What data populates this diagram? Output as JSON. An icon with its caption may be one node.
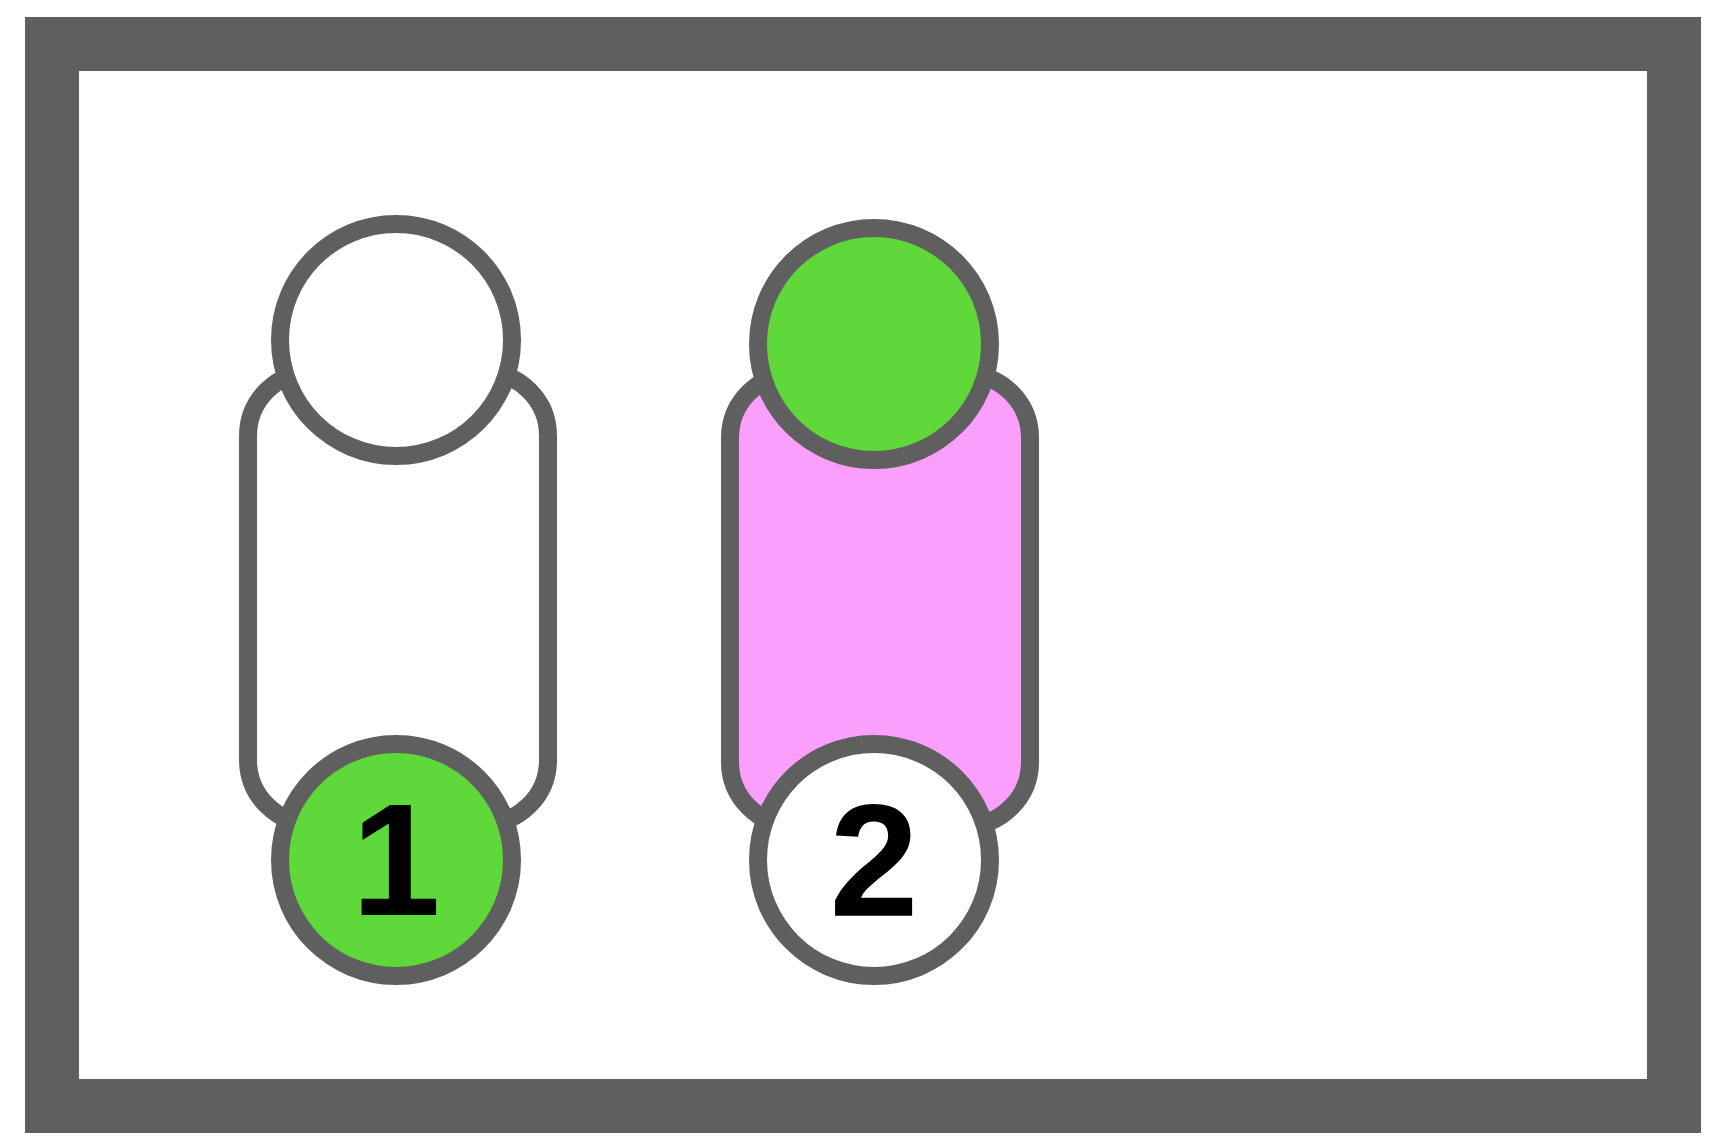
{
  "diagram": {
    "nodes": [
      {
        "text": [],
        "shape": "box"
      },
      {
        "text": [],
        "shape": "circle"
      },
      {
        "text": [
          "1"
        ]
      },
      {
        "text": [],
        "shape": "box"
      },
      {
        "text": [],
        "shape": "circle"
      },
      {
        "text": [
          "2"
        ]
      }
    ]
  }
}
